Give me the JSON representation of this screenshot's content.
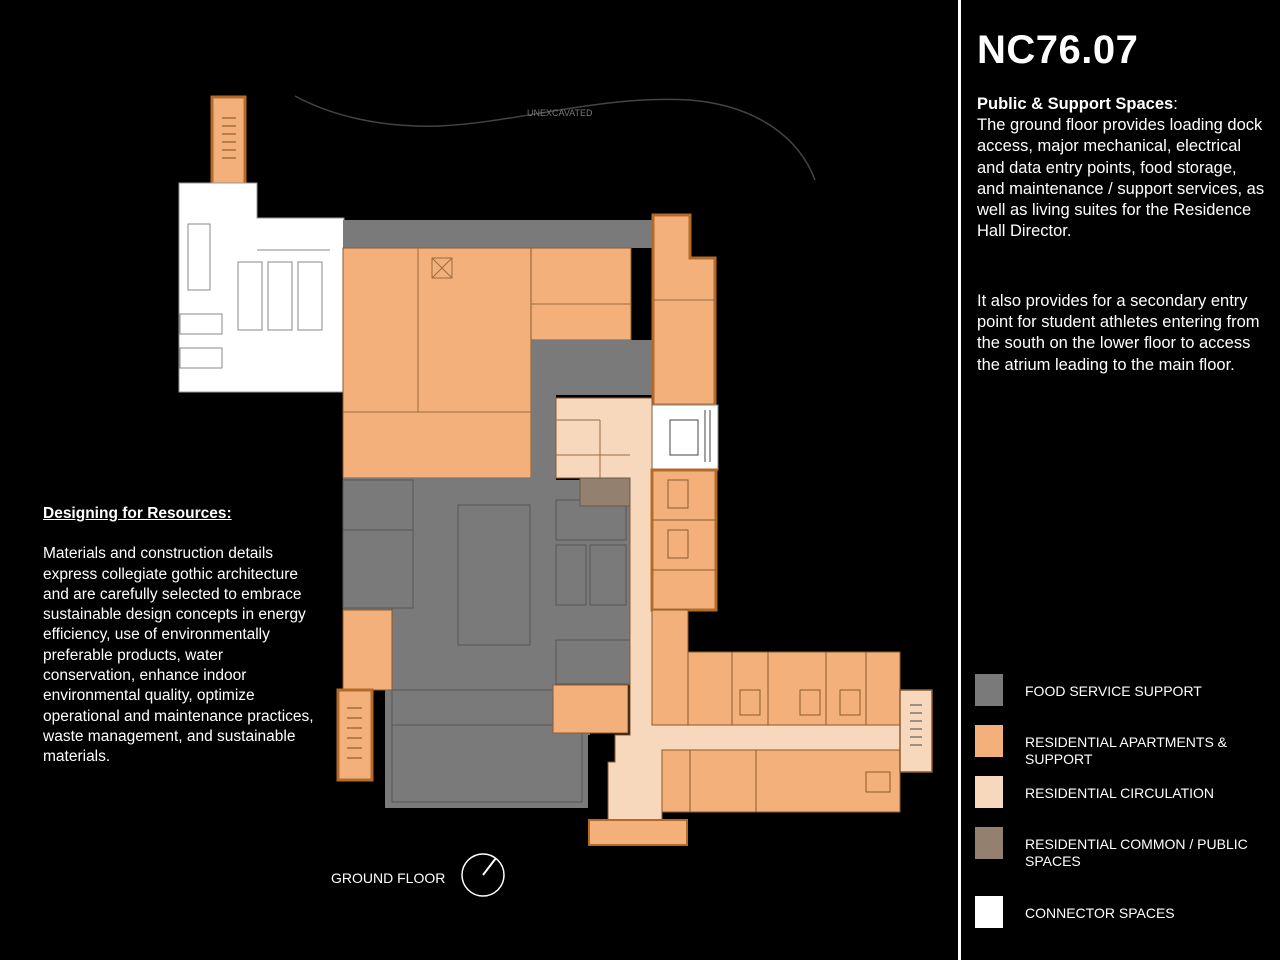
{
  "title": "NC76.07",
  "public_support": {
    "heading": "Public & Support Spaces",
    "heading_suffix": ":",
    "paragraph1": "The ground floor provides loading dock access, major mechanical, electrical and data entry points, food storage, and maintenance / support services, as well as living suites for the Residence Hall Director.",
    "paragraph2": "It also provides for a secondary entry point for student athletes entering from the south on the lower floor to access the atrium leading to the main floor."
  },
  "resources": {
    "heading": "Designing for Resources:",
    "body": "Materials and construction details express collegiate gothic architecture and are carefully selected to embrace sustainable design concepts in energy efficiency, use of environmentally preferable products, water conservation, enhance indoor environmental quality, optimize operational and maintenance practices, waste management, and sustainable materials."
  },
  "legend": [
    {
      "label": "FOOD SERVICE SUPPORT",
      "color": "#7a7a7a"
    },
    {
      "label": "RESIDENTIAL APARTMENTS & SUPPORT",
      "color": "#f3b07a"
    },
    {
      "label": "RESIDENTIAL CIRCULATION",
      "color": "#f8d8bc"
    },
    {
      "label": "RESIDENTIAL COMMON / PUBLIC SPACES",
      "color": "#94806f"
    },
    {
      "label": "CONNECTOR SPACES",
      "color": "#ffffff"
    }
  ],
  "plan": {
    "floor_label": "GROUND FLOOR",
    "unexcavated_label": "UNEXCAVATED"
  }
}
